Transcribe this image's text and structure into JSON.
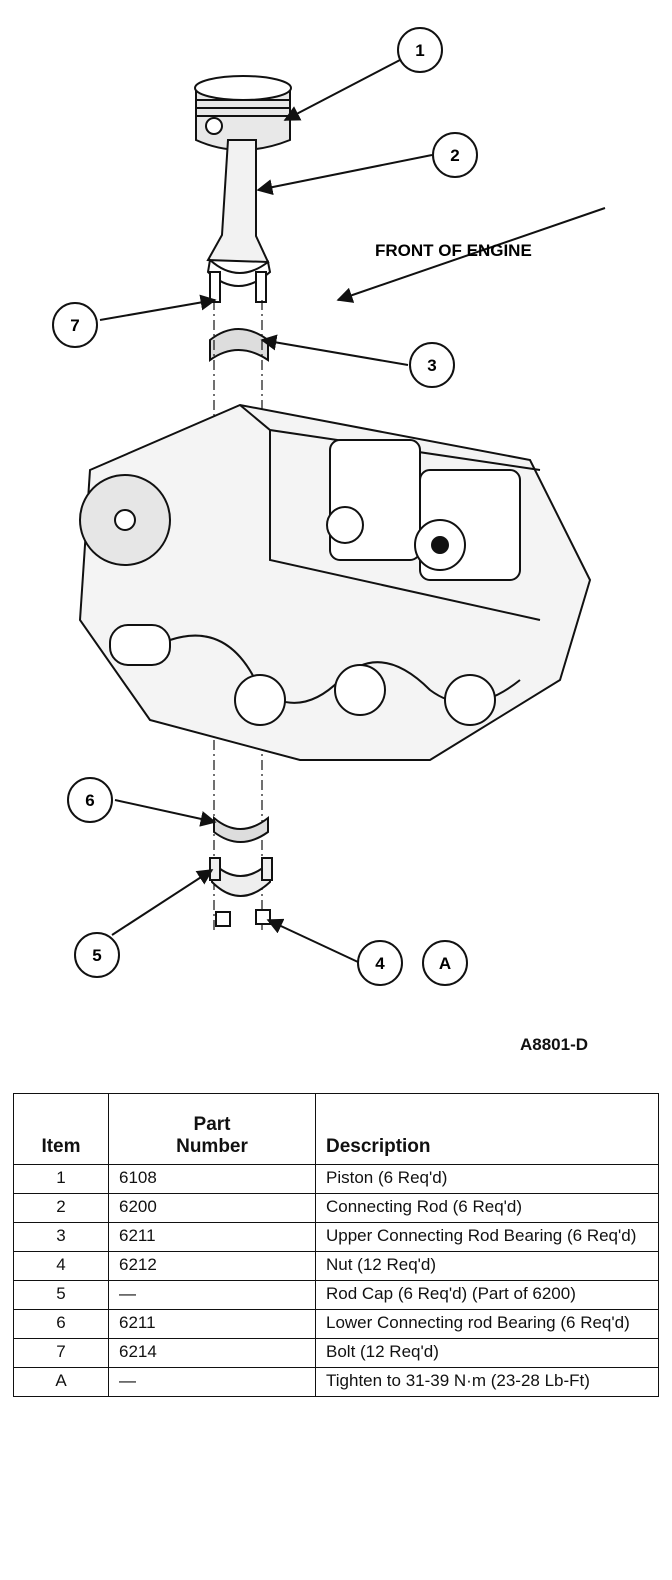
{
  "diagram": {
    "front_label": "FRONT OF ENGINE",
    "figure_id": "A8801-D",
    "callouts": [
      {
        "id": "c1",
        "label": "1"
      },
      {
        "id": "c2",
        "label": "2"
      },
      {
        "id": "c3",
        "label": "3"
      },
      {
        "id": "c4",
        "label": "4"
      },
      {
        "id": "cA",
        "label": "A"
      },
      {
        "id": "c5",
        "label": "5"
      },
      {
        "id": "c6",
        "label": "6"
      },
      {
        "id": "c7",
        "label": "7"
      }
    ]
  },
  "table": {
    "headers": {
      "item": "Item",
      "part_line1": "Part",
      "part_line2": "Number",
      "description": "Description"
    },
    "rows": [
      {
        "item": "1",
        "part": "6108",
        "description": "Piston (6 Req'd)"
      },
      {
        "item": "2",
        "part": "6200",
        "description": "Connecting Rod (6 Req'd)"
      },
      {
        "item": "3",
        "part": "6211",
        "description": "Upper Connecting Rod Bearing (6 Req'd)"
      },
      {
        "item": "4",
        "part": "6212",
        "description": "Nut (12 Req'd)"
      },
      {
        "item": "5",
        "part": "—",
        "description": "Rod Cap (6 Req'd) (Part of 6200)"
      },
      {
        "item": "6",
        "part": "6211",
        "description": "Lower Connecting rod Bearing (6 Req'd)"
      },
      {
        "item": "7",
        "part": "6214",
        "description": "Bolt (12 Req'd)"
      },
      {
        "item": "A",
        "part": "—",
        "description": "Tighten to 31-39 N·m (23-28 Lb-Ft)"
      }
    ]
  }
}
